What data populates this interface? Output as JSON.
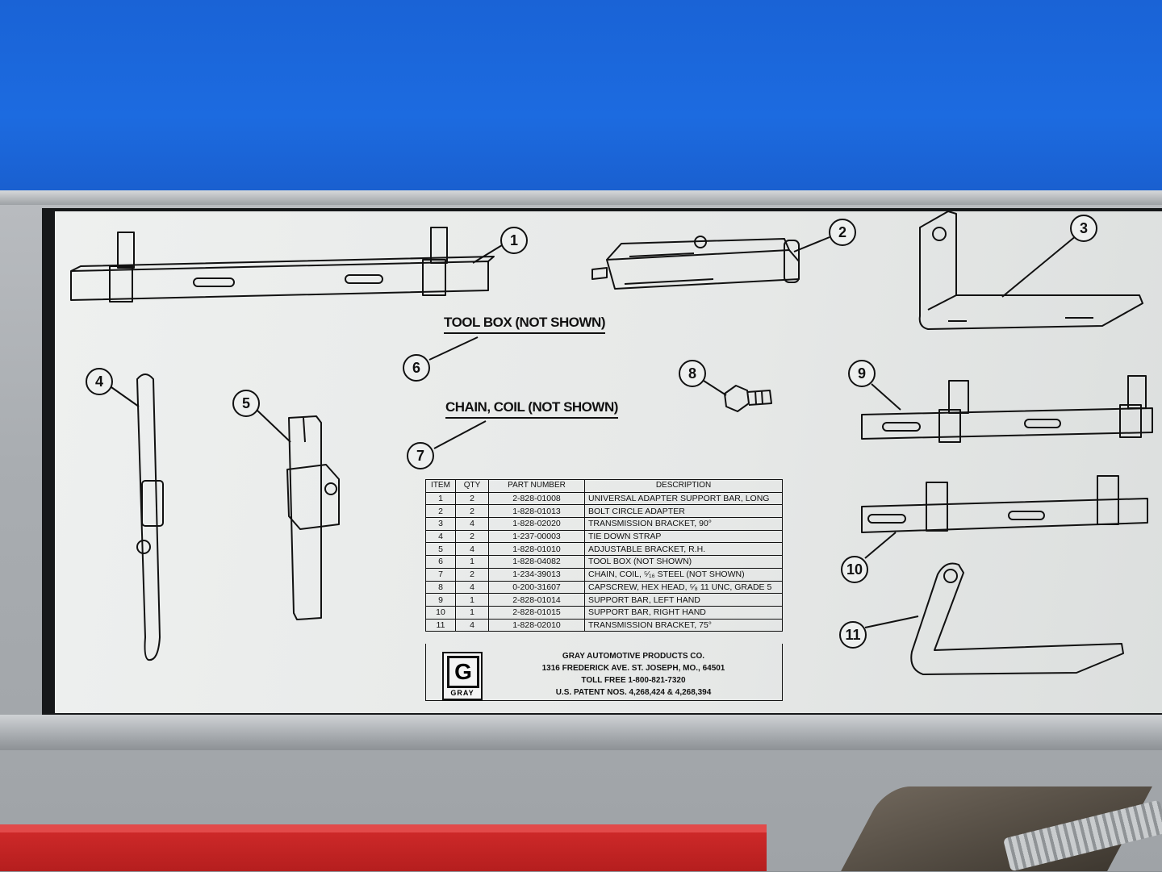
{
  "captions": {
    "tool_box": "TOOL BOX (NOT SHOWN)",
    "chain_coil": "CHAIN, COIL (NOT SHOWN)"
  },
  "callouts": [
    "1",
    "2",
    "3",
    "4",
    "5",
    "6",
    "7",
    "8",
    "9",
    "10",
    "11"
  ],
  "table": {
    "headers": [
      "ITEM",
      "QTY",
      "PART NUMBER",
      "DESCRIPTION"
    ],
    "rows": [
      [
        "1",
        "2",
        "2-828-01008",
        "UNIVERSAL ADAPTER SUPPORT BAR, LONG"
      ],
      [
        "2",
        "2",
        "1-828-01013",
        "BOLT CIRCLE ADAPTER"
      ],
      [
        "3",
        "4",
        "1-828-02020",
        "TRANSMISSION BRACKET, 90°"
      ],
      [
        "4",
        "2",
        "1-237-00003",
        "TIE DOWN STRAP"
      ],
      [
        "5",
        "4",
        "1-828-01010",
        "ADJUSTABLE BRACKET, R.H."
      ],
      [
        "6",
        "1",
        "1-828-04082",
        "TOOL BOX (NOT SHOWN)"
      ],
      [
        "7",
        "2",
        "1-234-39013",
        "CHAIN, COIL, ⁵⁄₁₆ STEEL (NOT SHOWN)"
      ],
      [
        "8",
        "4",
        "0-200-31607",
        "CAPSCREW, HEX HEAD, ⁵⁄₈ 11 UNC, GRADE 5"
      ],
      [
        "9",
        "1",
        "2-828-01014",
        "SUPPORT BAR, LEFT HAND"
      ],
      [
        "10",
        "1",
        "2-828-01015",
        "SUPPORT BAR, RIGHT HAND"
      ],
      [
        "11",
        "4",
        "1-828-02010",
        "TRANSMISSION BRACKET, 75°"
      ]
    ]
  },
  "logo": {
    "letter": "G",
    "name": "GRAY"
  },
  "company": {
    "line1": "GRAY AUTOMOTIVE PRODUCTS CO.",
    "line2": "1316 FREDERICK AVE. ST. JOSEPH, MO., 64501",
    "line3": "TOLL FREE 1-800-821-7320",
    "line4": "U.S. PATENT NOS. 4,268,424 & 4,268,394"
  }
}
